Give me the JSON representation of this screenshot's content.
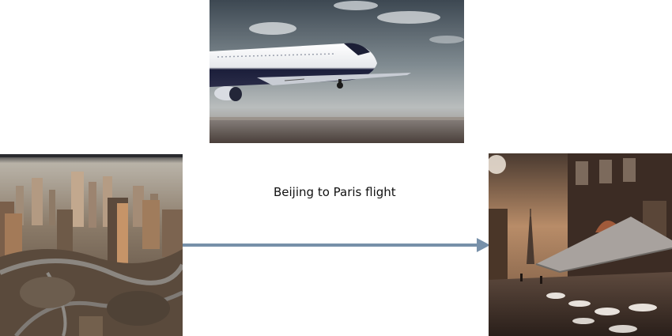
{
  "caption": "Beijing to Paris flight",
  "illustrations": {
    "plane": {
      "subject": "airliner in flight",
      "icon": "airplane-illustration"
    },
    "origin": {
      "subject": "city skyline aerial view",
      "icon": "city-skyline-illustration"
    },
    "destination": {
      "subject": "street cafe with Eiffel Tower",
      "icon": "paris-street-illustration"
    }
  },
  "connector": {
    "direction": "left-to-right",
    "color": "#7790a9"
  }
}
